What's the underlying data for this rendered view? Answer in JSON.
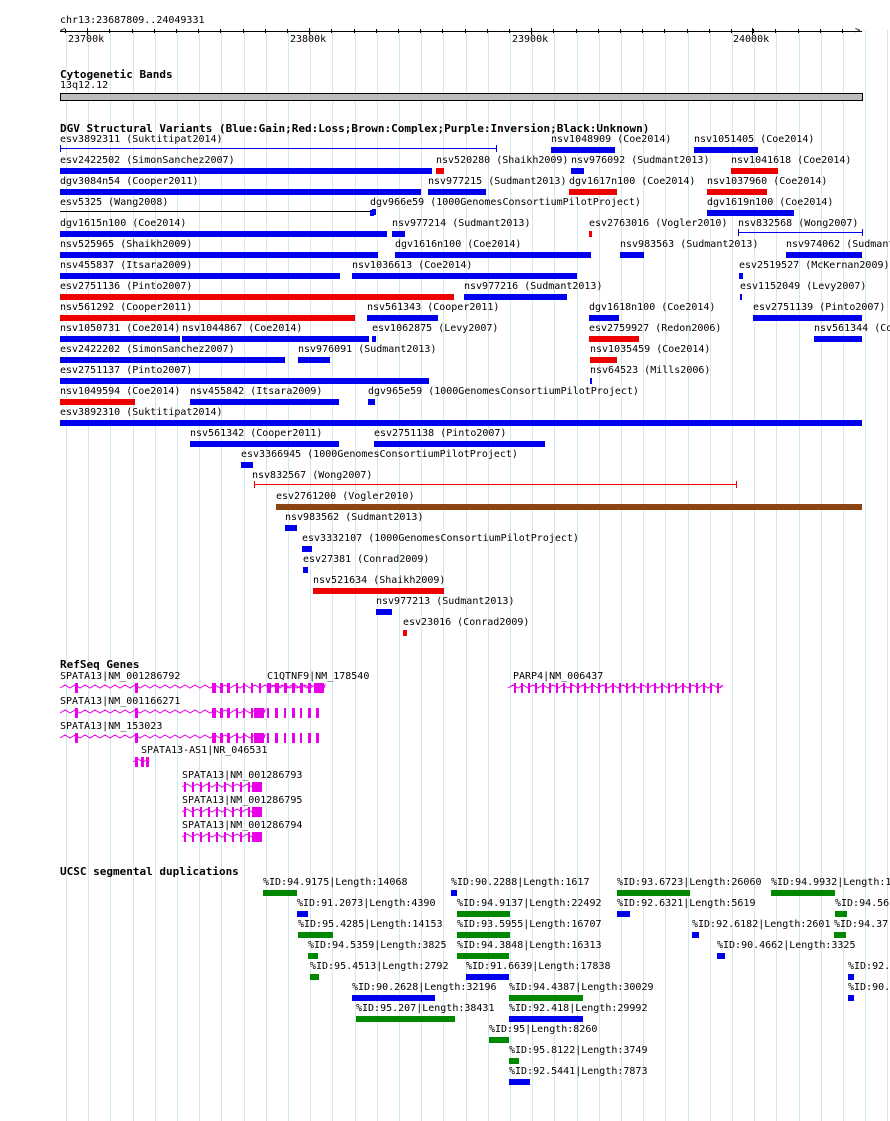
{
  "location": "chr13:23687809..24049331",
  "ruler": {
    "ticks": [
      "23700k",
      "23800k",
      "23900k",
      "24000k"
    ]
  },
  "cytoband": {
    "title": "Cytogenetic Bands",
    "band": "13q12.12"
  },
  "dgv": {
    "title": "DGV Structural Variants (Blue:Gain;Red:Loss;Brown:Complex;Purple:Inversion;Black:Unknown)",
    "colors": {
      "gain": "#0000ee",
      "loss": "#ee0000",
      "complex": "#8b4513",
      "unknown": "#000000"
    },
    "features": [
      {
        "label": "esv3892311 (Suktitipat2014)"
      },
      {
        "label": "nsv1048909 (Coe2014)"
      },
      {
        "label": "nsv1051405 (Coe2014)"
      },
      {
        "label": "esv2422502 (SimonSanchez2007)"
      },
      {
        "label": "nsv520280 (Shaikh2009)"
      },
      {
        "label": "nsv976092 (Sudmant2013)"
      },
      {
        "label": "nsv1041618 (Coe2014)"
      },
      {
        "label": "dgv3084n54 (Cooper2011)"
      },
      {
        "label": "nsv977215 (Sudmant2013)"
      },
      {
        "label": "dgv1617n100 (Coe2014)"
      },
      {
        "label": "nsv1037960 (Coe2014)"
      },
      {
        "label": "esv5325 (Wang2008)"
      },
      {
        "label": "dgv966e59 (1000GenomesConsortiumPilotProject)"
      },
      {
        "label": "dgv1619n100 (Coe2014)"
      },
      {
        "label": "dgv1615n100 (Coe2014)"
      },
      {
        "label": "nsv977214 (Sudmant2013)"
      },
      {
        "label": "esv2763016 (Vogler2010)"
      },
      {
        "label": "nsv832568 (Wong2007)"
      },
      {
        "label": "nsv525965 (Shaikh2009)"
      },
      {
        "label": "dgv1616n100 (Coe2014)"
      },
      {
        "label": "nsv983563 (Sudmant2013)"
      },
      {
        "label": "nsv974062 (Sudmant"
      },
      {
        "label": "nsv455837 (Itsara2009)"
      },
      {
        "label": "nsv1036613 (Coe2014)"
      },
      {
        "label": "esv2519527 (McKernan2009)"
      },
      {
        "label": "esv2751136 (Pinto2007)"
      },
      {
        "label": "nsv977216 (Sudmant2013)"
      },
      {
        "label": "esv1152049 (Levy2007)"
      },
      {
        "label": "nsv561292 (Cooper2011)"
      },
      {
        "label": "nsv561343 (Cooper2011)"
      },
      {
        "label": "dgv1618n100 (Coe2014)"
      },
      {
        "label": "esv2751139 (Pinto2007)"
      },
      {
        "label": "nsv1050731 (Coe2014)"
      },
      {
        "label": "nsv1044867 (Coe2014)"
      },
      {
        "label": "esv1062875 (Levy2007)"
      },
      {
        "label": "esv2759927 (Redon2006)"
      },
      {
        "label": "nsv561344 (Co"
      },
      {
        "label": "esv2422202 (SimonSanchez2007)"
      },
      {
        "label": "nsv976091 (Sudmant2013)"
      },
      {
        "label": "nsv1035459 (Coe2014)"
      },
      {
        "label": "esv2751137 (Pinto2007)"
      },
      {
        "label": "nsv64523 (Mills2006)"
      },
      {
        "label": "nsv1049594 (Coe2014)"
      },
      {
        "label": "nsv455842 (Itsara2009)"
      },
      {
        "label": "dgv965e59 (1000GenomesConsortiumPilotProject)"
      },
      {
        "label": "esv3892310 (Suktitipat2014)"
      },
      {
        "label": "nsv561342 (Cooper2011)"
      },
      {
        "label": "esv2751138 (Pinto2007)"
      },
      {
        "label": "esv3366945 (1000GenomesConsortiumPilotProject)"
      },
      {
        "label": "nsv832567 (Wong2007)"
      },
      {
        "label": "esv2761200 (Vogler2010)"
      },
      {
        "label": "nsv983562 (Sudmant2013)"
      },
      {
        "label": "esv3332107 (1000GenomesConsortiumPilotProject)"
      },
      {
        "label": "esv27381 (Conrad2009)"
      },
      {
        "label": "nsv521634 (Shaikh2009)"
      },
      {
        "label": "nsv977213 (Sudmant2013)"
      },
      {
        "label": "esv23016 (Conrad2009)"
      }
    ]
  },
  "refseq": {
    "title": "RefSeq Genes",
    "color": "#e800e8",
    "genes": [
      {
        "label": "SPATA13|NM_001286792"
      },
      {
        "label": "C1QTNF9|NM_178540"
      },
      {
        "label": "PARP4|NM_006437"
      },
      {
        "label": "SPATA13|NM_001166271"
      },
      {
        "label": "SPATA13|NM_153023"
      },
      {
        "label": "SPATA13-AS1|NR_046531"
      },
      {
        "label": "SPATA13|NM_001286793"
      },
      {
        "label": "SPATA13|NM_001286795"
      },
      {
        "label": "SPATA13|NM_001286794"
      }
    ]
  },
  "segdups": {
    "title": "UCSC segmental duplications",
    "colors": {
      "high": "#008800",
      "low": "#0000ee"
    },
    "features": [
      {
        "label": "%ID:94.9175|Length:14068"
      },
      {
        "label": "%ID:90.2288|Length:1617"
      },
      {
        "label": "%ID:93.6723|Length:26060"
      },
      {
        "label": "%ID:94.9932|Length:1"
      },
      {
        "label": "%ID:91.2073|Length:4390"
      },
      {
        "label": "%ID:94.9137|Length:22492"
      },
      {
        "label": "%ID:92.6321|Length:5619"
      },
      {
        "label": "%ID:94.56"
      },
      {
        "label": "%ID:95.4285|Length:14153"
      },
      {
        "label": "%ID:93.5955|Length:16707"
      },
      {
        "label": "%ID:92.6182|Length:2601"
      },
      {
        "label": "%ID:94.37"
      },
      {
        "label": "%ID:94.5359|Length:3825"
      },
      {
        "label": "%ID:94.3848|Length:16313"
      },
      {
        "label": "%ID:90.4662|Length:3325"
      },
      {
        "label": "%ID:95.4513|Length:2792"
      },
      {
        "label": "%ID:91.6639|Length:17838"
      },
      {
        "label": "%ID:92."
      },
      {
        "label": "%ID:90.2628|Length:32196"
      },
      {
        "label": "%ID:94.4387|Length:30029"
      },
      {
        "label": "%ID:90."
      },
      {
        "label": "%ID:95.207|Length:38431"
      },
      {
        "label": "%ID:92.418|Length:29992"
      },
      {
        "label": "%ID:95|Length:8260"
      },
      {
        "label": "%ID:95.8122|Length:3749"
      },
      {
        "label": "%ID:92.5441|Length:7873"
      }
    ]
  }
}
